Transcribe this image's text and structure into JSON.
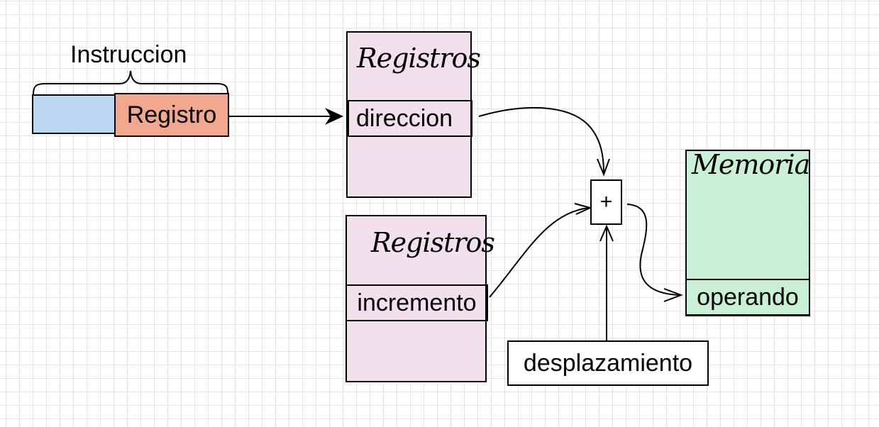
{
  "instruction": {
    "title": "Instruccion",
    "register_field": "Registro",
    "colors": {
      "opcode_field": "#bdd7f3",
      "register_field": "#f2a88e"
    }
  },
  "register_file_1": {
    "title": "Registros",
    "field": "direccion",
    "color": "#f2e0ec"
  },
  "register_file_2": {
    "title": "Registros",
    "field": "incremento",
    "color": "#f2e0ec"
  },
  "adder": {
    "symbol": "+"
  },
  "displacement": {
    "label": "desplazamiento"
  },
  "memory": {
    "title": "Memoria",
    "field": "operando",
    "color": "#c9f0d6"
  }
}
